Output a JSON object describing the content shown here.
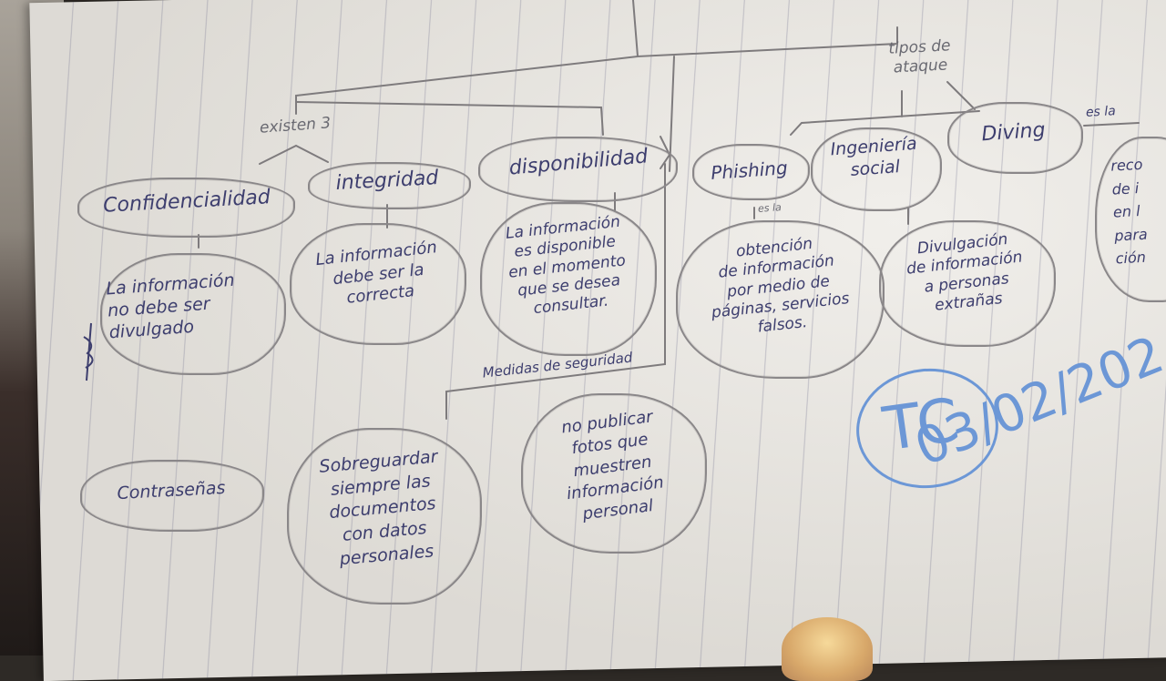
{
  "nodes": {
    "existen": "existen 3",
    "confidencialidad": "Confidencialidad",
    "integridad": "integridad",
    "disponibilidad": "disponibilidad",
    "tipos_ataque": "tipos de\nataque",
    "phishing": "Phishing",
    "ingenieria_social": "Ingeniería\nsocial",
    "diving": "Diving",
    "es_la_1": "es la",
    "es_la_2": "es la"
  },
  "descriptions": {
    "confidencialidad": "La información\nno debe ser\ndivulgado",
    "integridad": "La información\ndebe ser la\ncorrecta",
    "disponibilidad": "La información\nes disponible\nen el momento\nque se desea\nconsultar.",
    "phishing": "obtención\nde información\npor medio de\npáginas, servicios\nfalsos.",
    "ingenieria_social": "Divulgación\nde información\na personas\nextrañas",
    "diving_partial": "reco\nde i\nen l\npara\nción"
  },
  "medidas": {
    "label": "Medidas de seguridad",
    "items": [
      "Contraseñas",
      "Sobreguardar\nsiempre las\ndocumentos\ncon datos\npersonales",
      "no publicar\nfotos que\nmuestren\ninformación\npersonal"
    ]
  },
  "stamp": {
    "initials": "TC",
    "date": "03/02/202"
  },
  "colors": {
    "ink": "#3d3e6e",
    "pencil": "#8a8789",
    "stamp": "#6c97d6"
  }
}
